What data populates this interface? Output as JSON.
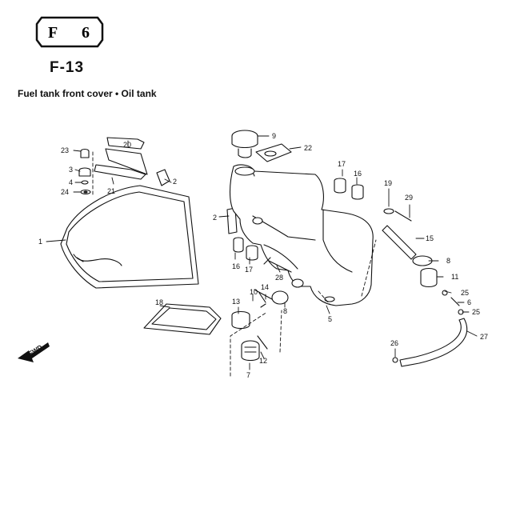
{
  "header": {
    "section_letter": "F",
    "section_number": "6",
    "diagram_code": "F-13",
    "title": "Fuel tank front cover • Oil tank"
  },
  "fwd_label": "FWD",
  "callouts": [
    {
      "id": "c1",
      "label": "1"
    },
    {
      "id": "c2a",
      "label": "2"
    },
    {
      "id": "c2b",
      "label": "2"
    },
    {
      "id": "c3",
      "label": "3"
    },
    {
      "id": "c4",
      "label": "4"
    },
    {
      "id": "c5",
      "label": "5"
    },
    {
      "id": "c6",
      "label": "6"
    },
    {
      "id": "c7",
      "label": "7"
    },
    {
      "id": "c8a",
      "label": "8"
    },
    {
      "id": "c8b",
      "label": "8"
    },
    {
      "id": "c9",
      "label": "9"
    },
    {
      "id": "c10",
      "label": "10"
    },
    {
      "id": "c11",
      "label": "11"
    },
    {
      "id": "c12",
      "label": "12"
    },
    {
      "id": "c13",
      "label": "13"
    },
    {
      "id": "c14",
      "label": "14"
    },
    {
      "id": "c15",
      "label": "15"
    },
    {
      "id": "c16a",
      "label": "16"
    },
    {
      "id": "c16b",
      "label": "16"
    },
    {
      "id": "c17a",
      "label": "17"
    },
    {
      "id": "c17b",
      "label": "17"
    },
    {
      "id": "c18",
      "label": "18"
    },
    {
      "id": "c19",
      "label": "19"
    },
    {
      "id": "c20",
      "label": "20"
    },
    {
      "id": "c21",
      "label": "21"
    },
    {
      "id": "c22",
      "label": "22"
    },
    {
      "id": "c23",
      "label": "23"
    },
    {
      "id": "c24",
      "label": "24"
    },
    {
      "id": "c25a",
      "label": "25"
    },
    {
      "id": "c25b",
      "label": "25"
    },
    {
      "id": "c26",
      "label": "26"
    },
    {
      "id": "c27",
      "label": "27"
    },
    {
      "id": "c28",
      "label": "28"
    },
    {
      "id": "c29",
      "label": "29"
    }
  ]
}
